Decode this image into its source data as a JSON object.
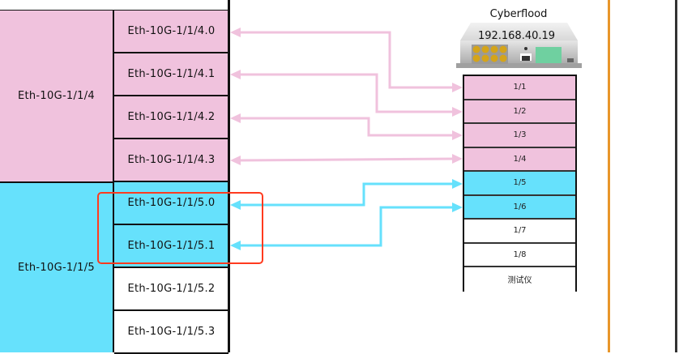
{
  "left_groups": [
    {
      "label": "Eth-10G-1/1/4",
      "color": "#f0c2dd"
    },
    {
      "label": "Eth-10G-1/1/5",
      "color": "#66e1fc"
    }
  ],
  "sub_ports": [
    {
      "label": "Eth-10G-1/1/4.0",
      "color": "#f0c2dd"
    },
    {
      "label": "Eth-10G-1/1/4.1",
      "color": "#f0c2dd"
    },
    {
      "label": "Eth-10G-1/1/4.2",
      "color": "#f0c2dd"
    },
    {
      "label": "Eth-10G-1/1/4.3",
      "color": "#f0c2dd"
    },
    {
      "label": "Eth-10G-1/1/5.0",
      "color": "#66e1fc"
    },
    {
      "label": "Eth-10G-1/1/5.1",
      "color": "#66e1fc"
    },
    {
      "label": "Eth-10G-1/1/5.2",
      "color": "#ffffff"
    },
    {
      "label": "Eth-10G-1/1/5.3",
      "color": "#ffffff"
    }
  ],
  "device": {
    "name": "Cyberflood",
    "ip": "192.168.40.19"
  },
  "device_ports": [
    {
      "label": "1/1",
      "color": "#f0c2dd"
    },
    {
      "label": "1/2",
      "color": "#f0c2dd"
    },
    {
      "label": "1/3",
      "color": "#f0c2dd"
    },
    {
      "label": "1/4",
      "color": "#f0c2dd"
    },
    {
      "label": "1/5",
      "color": "#66e1fc"
    },
    {
      "label": "1/6",
      "color": "#66e1fc"
    },
    {
      "label": "1/7",
      "color": "#ffffff"
    },
    {
      "label": "1/8",
      "color": "#ffffff"
    },
    {
      "label": "测试仪",
      "color": "#ffffff"
    }
  ],
  "connections": [
    {
      "from": "Eth-10G-1/1/4.0",
      "to": "1/1",
      "color": "#f0c2dd"
    },
    {
      "from": "Eth-10G-1/1/4.1",
      "to": "1/2",
      "color": "#f0c2dd"
    },
    {
      "from": "Eth-10G-1/1/4.2",
      "to": "1/3",
      "color": "#f0c2dd"
    },
    {
      "from": "Eth-10G-1/1/4.3",
      "to": "1/4",
      "color": "#f0c2dd"
    },
    {
      "from": "Eth-10G-1/1/5.0",
      "to": "1/5",
      "color": "#66e1fc"
    },
    {
      "from": "Eth-10G-1/1/5.1",
      "to": "1/6",
      "color": "#66e1fc"
    }
  ],
  "highlight": {
    "color": "#ff3b1f",
    "covers": [
      "Eth-10G-1/1/5.0",
      "Eth-10G-1/1/5.1"
    ]
  }
}
